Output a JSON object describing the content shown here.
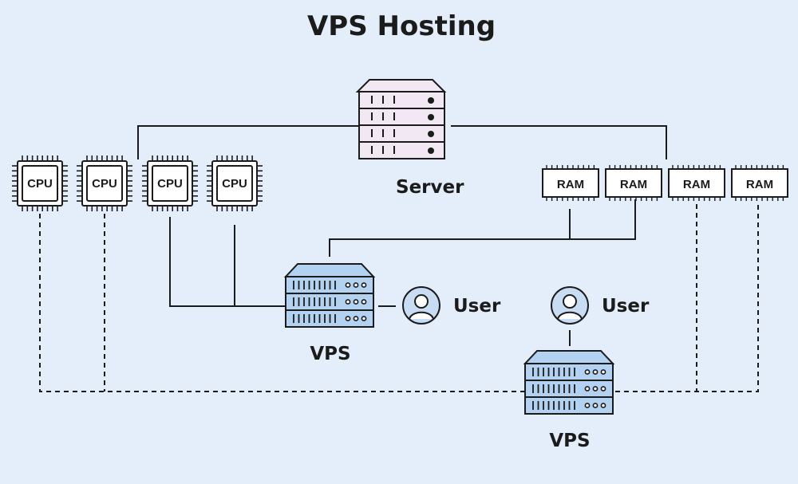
{
  "title": "VPS Hosting",
  "server": {
    "label": "Server"
  },
  "cpus": [
    "CPU",
    "CPU",
    "CPU",
    "CPU"
  ],
  "rams": [
    "RAM",
    "RAM",
    "RAM",
    "RAM"
  ],
  "vps_top": {
    "label": "VPS",
    "user_label": "User"
  },
  "vps_bottom": {
    "label": "VPS",
    "user_label": "User"
  },
  "colors": {
    "background": "#e4eefa",
    "server_body": "#f1e8f4",
    "vps_body": "#b3d1f0",
    "user_fill": "#c8dcf4",
    "line": "#1b1b1b"
  },
  "icons": [
    "server-icon",
    "cpu-chip-icon",
    "ram-module-icon",
    "vps-server-icon",
    "user-icon"
  ]
}
